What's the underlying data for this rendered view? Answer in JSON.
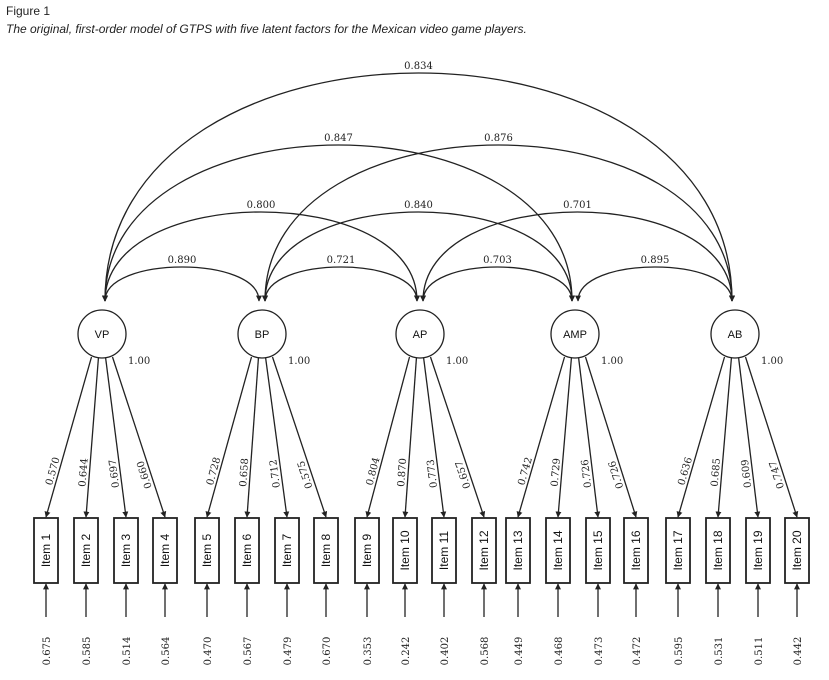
{
  "figure": {
    "label": "Figure 1",
    "caption": "The original, first-order model of GTPS with five latent factors for the Mexican video game players."
  },
  "factors": [
    {
      "id": "VP",
      "variance": "1.00"
    },
    {
      "id": "BP",
      "variance": "1.00"
    },
    {
      "id": "AP",
      "variance": "1.00"
    },
    {
      "id": "AMP",
      "variance": "1.00"
    },
    {
      "id": "AB",
      "variance": "1.00"
    }
  ],
  "correlations": [
    {
      "from": "VP",
      "to": "BP",
      "value": "0.890"
    },
    {
      "from": "BP",
      "to": "AP",
      "value": "0.721"
    },
    {
      "from": "AP",
      "to": "AMP",
      "value": "0.703"
    },
    {
      "from": "AMP",
      "to": "AB",
      "value": "0.895"
    },
    {
      "from": "VP",
      "to": "AP",
      "value": "0.800"
    },
    {
      "from": "BP",
      "to": "AMP",
      "value": "0.840"
    },
    {
      "from": "AP",
      "to": "AB",
      "value": "0.701"
    },
    {
      "from": "VP",
      "to": "AMP",
      "value": "0.847"
    },
    {
      "from": "BP",
      "to": "AB",
      "value": "0.876"
    },
    {
      "from": "VP",
      "to": "AB",
      "value": "0.834"
    }
  ],
  "items": [
    {
      "label": "Item 1",
      "factor": "VP",
      "loading": "0.570",
      "error": "0.675"
    },
    {
      "label": "Item 2",
      "factor": "VP",
      "loading": "0.644",
      "error": "0.585"
    },
    {
      "label": "Item 3",
      "factor": "VP",
      "loading": "0.697",
      "error": "0.514"
    },
    {
      "label": "Item 4",
      "factor": "VP",
      "loading": "0.660",
      "error": "0.564"
    },
    {
      "label": "Item 5",
      "factor": "BP",
      "loading": "0.728",
      "error": "0.470"
    },
    {
      "label": "Item 6",
      "factor": "BP",
      "loading": "0.658",
      "error": "0.567"
    },
    {
      "label": "Item 7",
      "factor": "BP",
      "loading": "0.712",
      "error": "0.479"
    },
    {
      "label": "Item 8",
      "factor": "BP",
      "loading": "0.575",
      "error": "0.670"
    },
    {
      "label": "Item 9",
      "factor": "AP",
      "loading": "0.804",
      "error": "0.353"
    },
    {
      "label": "Item 10",
      "factor": "AP",
      "loading": "0.870",
      "error": "0.242"
    },
    {
      "label": "Item 11",
      "factor": "AP",
      "loading": "0.773",
      "error": "0.402"
    },
    {
      "label": "Item 12",
      "factor": "AP",
      "loading": "0.657",
      "error": "0.568"
    },
    {
      "label": "Item 13",
      "factor": "AMP",
      "loading": "0.742",
      "error": "0.449"
    },
    {
      "label": "Item 14",
      "factor": "AMP",
      "loading": "0.729",
      "error": "0.468"
    },
    {
      "label": "Item 15",
      "factor": "AMP",
      "loading": "0.726",
      "error": "0.473"
    },
    {
      "label": "Item 16",
      "factor": "AMP",
      "loading": "0.726",
      "error": "0.472"
    },
    {
      "label": "Item 17",
      "factor": "AB",
      "loading": "0.636",
      "error": "0.595"
    },
    {
      "label": "Item 18",
      "factor": "AB",
      "loading": "0.685",
      "error": "0.531"
    },
    {
      "label": "Item 19",
      "factor": "AB",
      "loading": "0.609",
      "error": "0.511"
    },
    {
      "label": "Item 20",
      "factor": "AB",
      "loading": "0.747",
      "error": "0.442"
    }
  ]
}
